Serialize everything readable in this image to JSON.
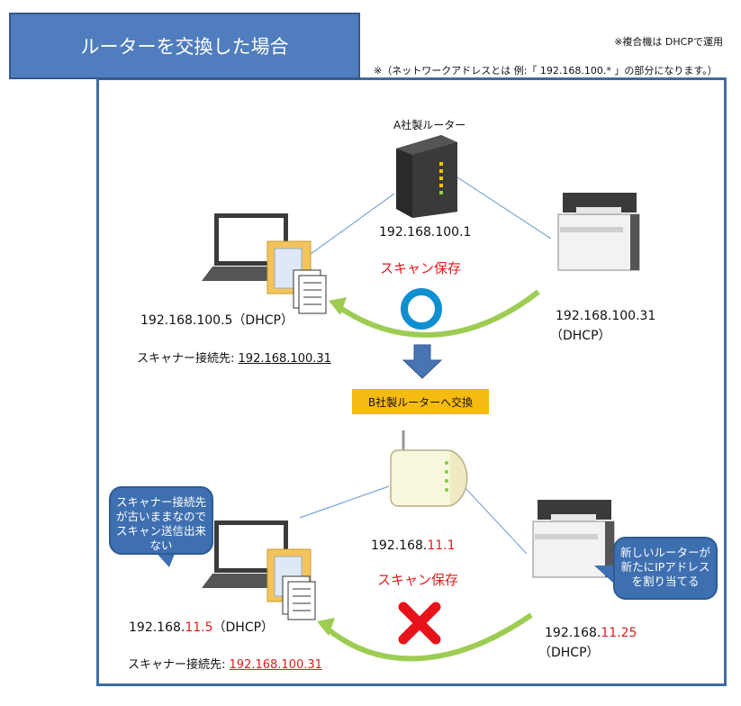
{
  "title": "ルーターを交換した場合",
  "note_top": "※複合機は DHCPで運用",
  "note_network": "※（ネットワークアドレスとは 例:「 192.168.100.* 」の部分になります。）",
  "top": {
    "router_label": "A社製ルーター",
    "router_ip": "192.168.100.1",
    "scan_label": "スキャン保存",
    "pc_ip": "192.168.100.5（DHCP）",
    "pc_dest_label": "スキャナー接続先:",
    "pc_dest_value": "192.168.100.31",
    "mfp_ip": "192.168.100.31",
    "mfp_dhcp": "（DHCP）"
  },
  "exchange_label": "B社製ルーターへ交換",
  "bottom": {
    "router_ip_prefix": "192.168.",
    "router_ip_highlight": "11.1",
    "scan_label": "スキャン保存",
    "pc_ip_prefix": "192.168.",
    "pc_ip_highlight": "11.5",
    "pc_ip_suffix": "（DHCP）",
    "pc_dest_label": "スキャナー接続先:",
    "pc_dest_value": "192.168.100.31",
    "mfp_ip_prefix": "192.168.",
    "mfp_ip_highlight": "11.25",
    "mfp_dhcp": "（DHCP）",
    "callout_left": "スキャナー接続先が古いままなのでスキャン送信出来ない",
    "callout_right": "新しいルーターが新たにIPアドレスを割り当てる"
  },
  "colors": {
    "frame": "#3f6ba3",
    "title_bg": "#4f7dbe",
    "highlight": "#e21b1b",
    "ok": "#0e8fd1",
    "ng": "#e8121a",
    "arrow": "#9ccc52",
    "banner": "#f6bb10"
  }
}
